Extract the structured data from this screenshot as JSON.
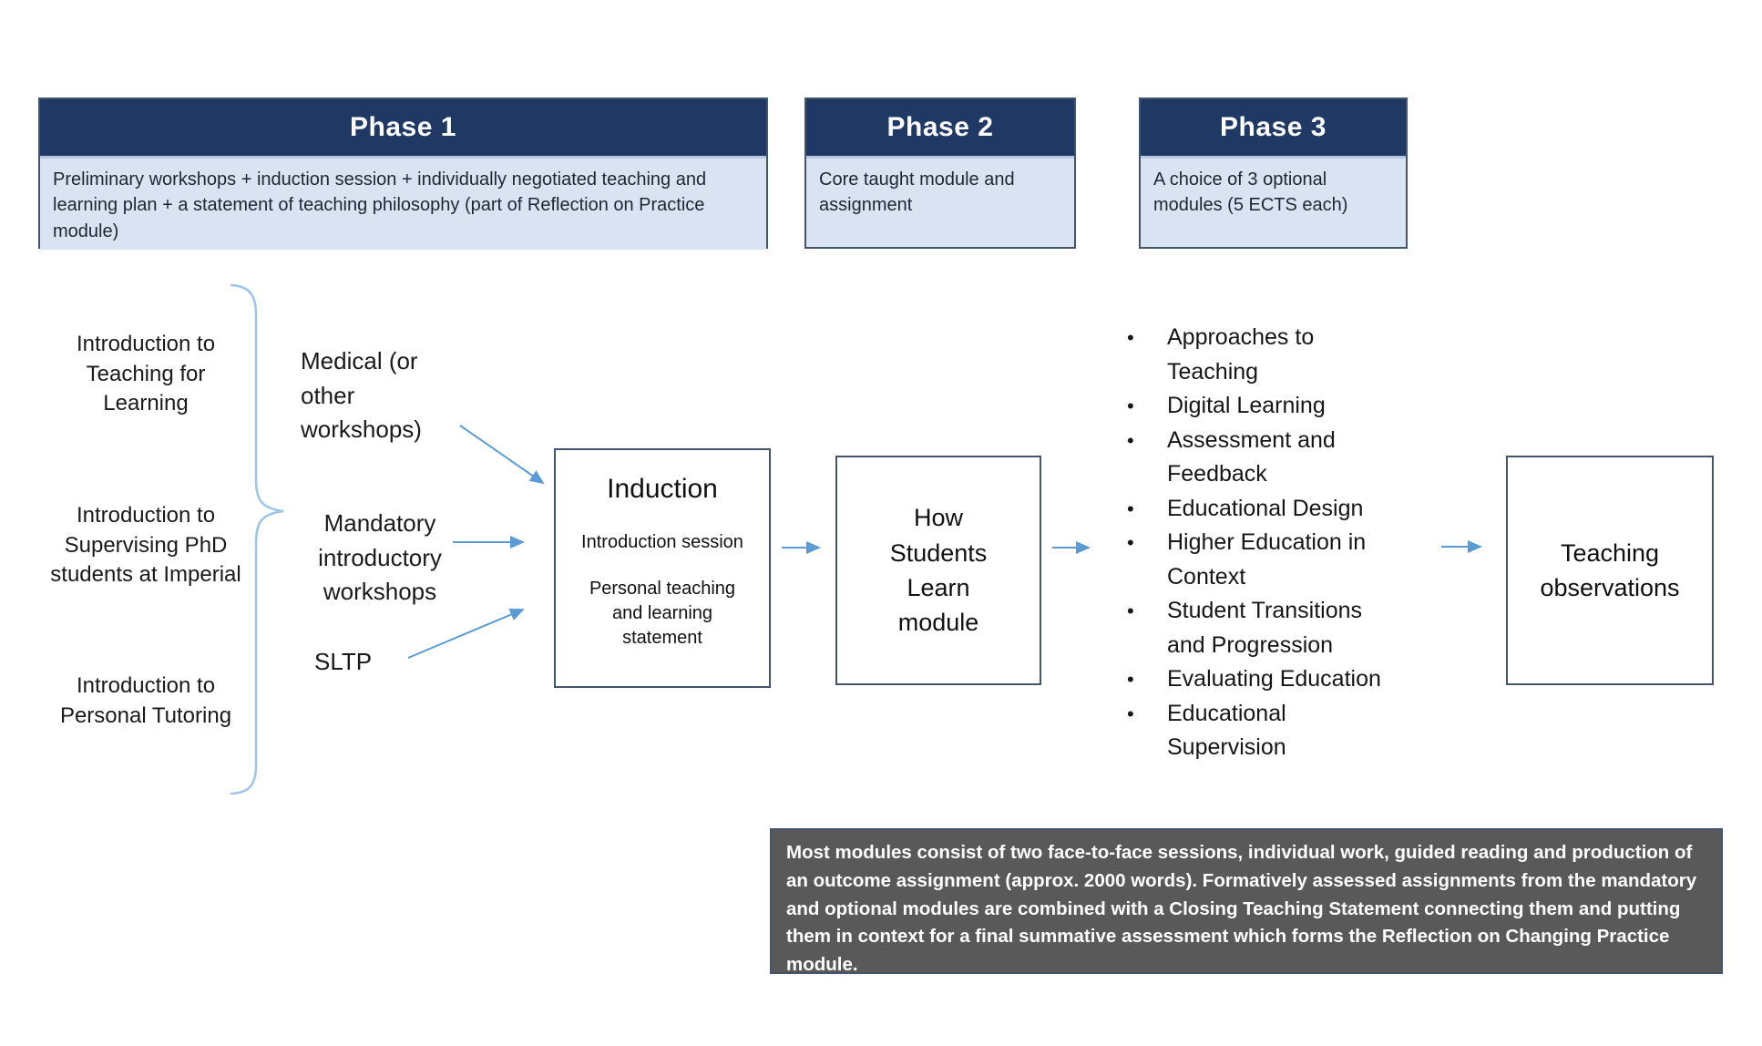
{
  "phases": [
    {
      "title": "Phase 1",
      "description": "Preliminary workshops + induction session + individually negotiated teaching and learning plan + a statement of teaching philosophy (part of Reflection on Practice module)"
    },
    {
      "title": "Phase 2",
      "description": "Core taught module and assignment"
    },
    {
      "title": "Phase 3",
      "description": "A choice of 3 optional modules (5 ECTS each)"
    }
  ],
  "intro_items": [
    "Introduction to Teaching for Learning",
    "Introduction to Supervising PhD students at Imperial",
    "Introduction to Personal Tutoring"
  ],
  "workshop_items": [
    "Medical (or other workshops)",
    "Mandatory introductory workshops",
    "SLTP"
  ],
  "induction_box": {
    "title": "Induction",
    "line1": "Introduction session",
    "line2": "Personal teaching and learning statement"
  },
  "core_module_box": {
    "label": "How Students Learn module"
  },
  "optional_modules": [
    "Approaches to Teaching",
    "Digital Learning",
    "Assessment and Feedback",
    "Educational Design",
    "Higher Education in Context",
    "Student Transitions and Progression",
    "Evaluating Education",
    "Educational Supervision"
  ],
  "observations_box": {
    "label": "Teaching observations"
  },
  "footnote": "Most modules consist of two face-to-face sessions, individual work, guided reading and production of an outcome assignment (approx. 2000 words). Formatively assessed assignments from the mandatory and optional modules are combined with a Closing Teaching Statement connecting them and putting them in context for a final summative assessment which forms the Reflection on Changing Practice module.",
  "colors": {
    "phase_header_bg": "#1f3864",
    "phase_body_bg": "#dae3f1",
    "box_border": "#44546a",
    "arrow_blue": "#5b9bd5",
    "brace_blue": "#9dc3e6",
    "footnote_bg": "#595959",
    "footnote_text": "#ffffff"
  }
}
